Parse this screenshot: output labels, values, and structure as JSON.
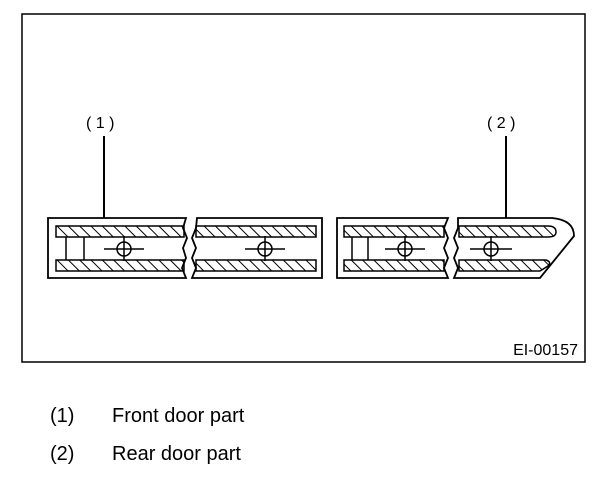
{
  "figure": {
    "callouts": [
      {
        "id": "1",
        "text": "( 1 )"
      },
      {
        "id": "2",
        "text": "( 2 )"
      }
    ],
    "code": "EI-00157"
  },
  "legend": [
    {
      "num": "(1)",
      "text": "Front door part"
    },
    {
      "num": "(2)",
      "text": "Rear door part"
    }
  ]
}
